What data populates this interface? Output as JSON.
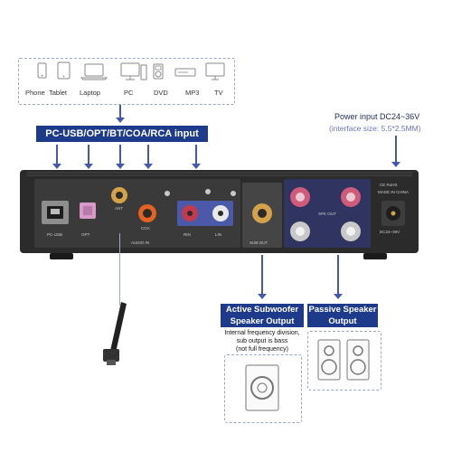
{
  "devices": [
    {
      "icon": "phone-icon",
      "label": "Phone"
    },
    {
      "icon": "tablet-icon",
      "label": "Tablet"
    },
    {
      "icon": "laptop-icon",
      "label": "Laptop"
    },
    {
      "icon": "pc-icon",
      "label": "PC"
    },
    {
      "icon": "dvd-icon",
      "label": "DVD"
    },
    {
      "icon": "mp3-icon",
      "label": "MP3"
    },
    {
      "icon": "tv-icon",
      "label": "TV"
    }
  ],
  "input_banner": "PC-USB/OPT/BT/COA/RCA input",
  "power": {
    "title": "Power input DC24~36V",
    "subtitle": "(interface size: 5.5*2.5MM)"
  },
  "panel": {
    "port_labels": {
      "usb": "PC-USB",
      "opt": "OPT",
      "ant": "ANT",
      "coa": "COA",
      "rin": "RIN",
      "lin": "LIN",
      "audio_in": "AUDIO IN",
      "sub_out": "SUB-OUT",
      "spk_out": "SPK OUT",
      "ce_rohs": "CE RoHS",
      "made_in": "MADE IN CHINA",
      "dc": "DC24~36V"
    }
  },
  "subwoofer": {
    "banner_line1": "Active Subwoofer",
    "banner_line2": "Speaker Output",
    "desc_line1": "Internal frequency division,",
    "desc_line2": "sub output is bass",
    "desc_line3": "(not full frequency)"
  },
  "passive": {
    "banner_line1": "Passive Speaker",
    "banner_line2": "Output"
  },
  "colors": {
    "banner": "#1e3a8a",
    "arrow": "#4558b0",
    "power_text": "#1e2a55",
    "power_sub": "#6a78b4",
    "chassis": "#2b2b2b"
  }
}
